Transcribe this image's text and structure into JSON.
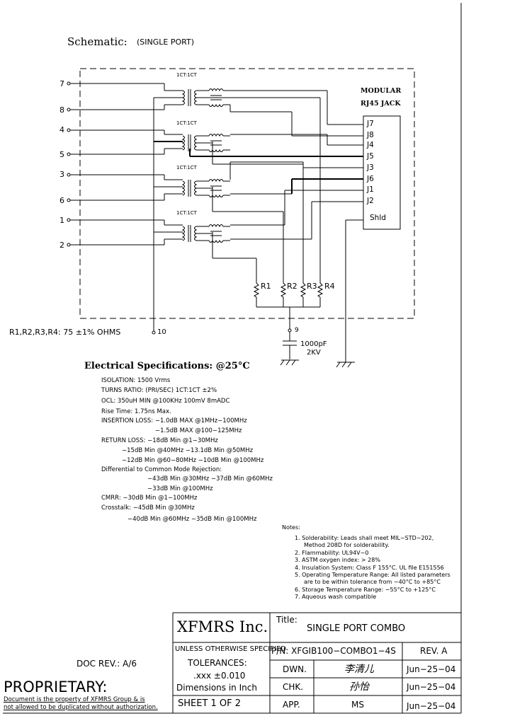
{
  "schematic": {
    "title": "Schematic:",
    "subtitle": "(SINGLE PORT)",
    "transformer_labels": [
      "1CT:1CT",
      "1CT:1CT",
      "1CT:1CT",
      "1CT:1CT"
    ],
    "connector_title_1": "MODULAR",
    "connector_title_2": "RJ45 JACK",
    "left_pins": [
      "7",
      "8",
      "4",
      "5",
      "3",
      "6",
      "1",
      "2"
    ],
    "jack_pins": [
      "J7",
      "J8",
      "J4",
      "J5",
      "J3",
      "J6",
      "J1",
      "J2"
    ],
    "shield_label": "Shld",
    "resistors": [
      "R1",
      "R2",
      "R3",
      "R4"
    ],
    "resistor_note": "R1,R2,R3,R4:  75  ±1%  OHMS",
    "pin10": "10",
    "pin9": "9",
    "cap_value": "1000pF",
    "cap_voltage": "2KV"
  },
  "specs": {
    "title": "Electrical   Specifications:  @25°C",
    "lines": [
      "ISOLATION:  1500 Vrms",
      "TURNS RATIO:  (PRI/SEC)  1CT:1CT  ±2%",
      "OCL:  350uH  MIN  @100KHz  100mV  8mADC",
      "Rise Time:  1.75ns  Max.",
      "INSERTION  LOSS:  −1.0dB  MAX  @1MHz−100MHz",
      "−1.5dB  MAX  @100−125MHz",
      "RETURN  LOSS:  −18dB  Min  @1−30MHz",
      "−15dB  Min  @40MHz  −13.1dB  Min  @50MHz",
      "−12dB  Min  @60−80MHz  −10dB  Min  @100MHz",
      "Differential  to  Common  Mode  Rejection:",
      "−43dB  Min  @30MHz  −37dB  Min  @60MHz",
      "−33dB  Min  @100MHz",
      "CMRR:  −30dB  Min  @1−100MHz",
      "Crosstalk:  −45dB  Min  @30MHz",
      "−40dB  Min  @60MHz  −35dB  Min  @100MHz"
    ]
  },
  "notes": {
    "title": "Notes:",
    "lines": [
      "1.  Solderability:  Leads  shall  meet  MIL−STD−202,",
      "Method  208D  for  solderability.",
      "2.  Flammability:  UL94V−0",
      "3.  ASTM  oxygen  index:  >  28%",
      "4.  Insulation  System:  Class  F  155°C.  UL  file  E151556",
      "5.  Operating  Temperature  Range:  All  listed  parameters",
      "are  to  be  within  tolerance  from  −40°C  to  +85°C",
      "6.  Storage  Temperature  Range:  −55°C  to  +125°C",
      "7.  Aqueous  wash  compatible"
    ]
  },
  "doc_rev": "DOC  REV.:  A/6",
  "proprietary": {
    "title": "PROPRIETARY:",
    "line1": "Document  is  the  property  of  XFMRS  Group  &  is",
    "line2": "not  allowed  to  be  duplicated  without  authorization."
  },
  "title_block": {
    "company": "XFMRS  Inc.",
    "title_label": "Title:",
    "title": "SINGLE  PORT  COMBO",
    "unless": "UNLESS  OTHERWISE  SPECIFIED",
    "tolerances": "TOLERANCES:",
    "tol_value": ".xxx  ±0.010",
    "dimensions": "Dimensions  in  Inch",
    "sheet": "SHEET  1  OF  2",
    "pn": "P/N:  XFGIB100−COMBO1−4S",
    "rev": "REV.  A",
    "dwn_label": "DWN.",
    "dwn_sig": "李清儿",
    "chk_label": "CHK.",
    "chk_sig": "孙怡",
    "app_label": "APP.",
    "app_value": "MS",
    "date1": "Jun−25−04",
    "date2": "Jun−25−04",
    "date3": "Jun−25−04"
  }
}
